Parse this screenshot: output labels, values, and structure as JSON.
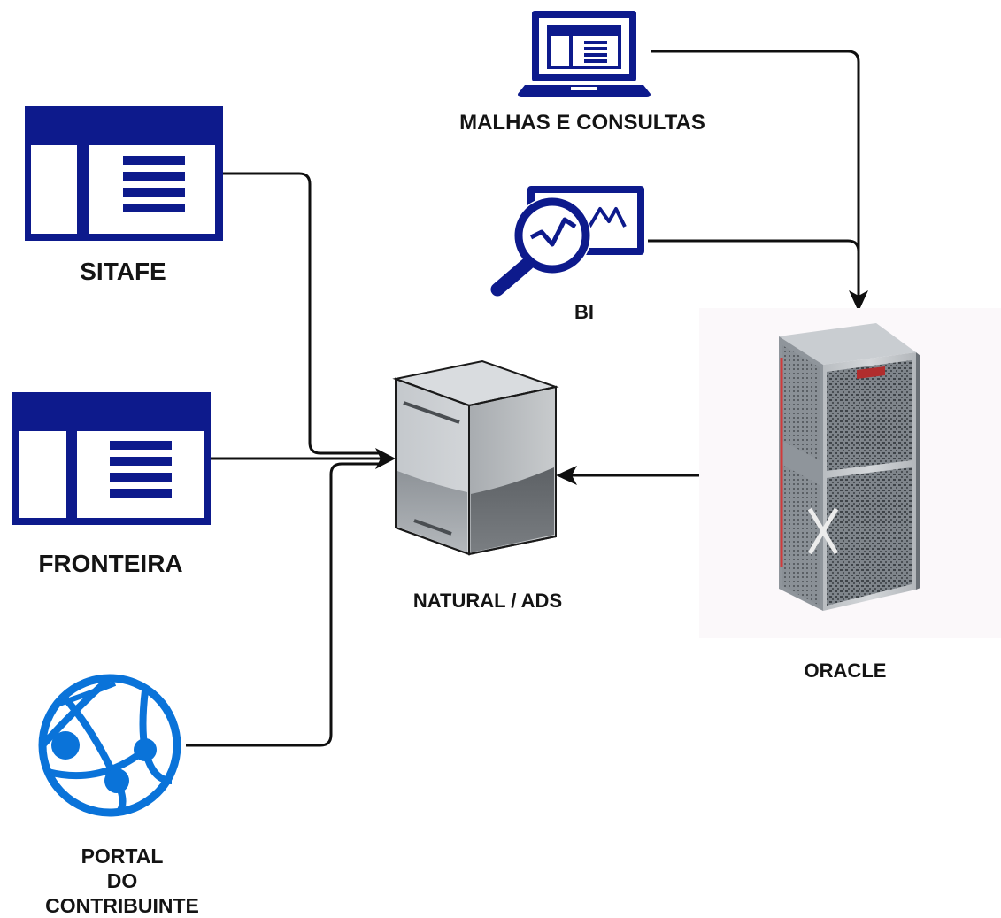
{
  "nodes": {
    "sitafe": {
      "label": "SITAFE",
      "icon": "app-window-icon"
    },
    "fronteira": {
      "label": "FRONTEIRA",
      "icon": "app-window-icon"
    },
    "portal": {
      "label_lines": [
        "PORTAL",
        "DO",
        "CONTRIBUINTE"
      ],
      "icon": "globe-network-icon"
    },
    "natural_ads": {
      "label": "NATURAL / ADS",
      "icon": "server-icon"
    },
    "malhas": {
      "label": "MALHAS E CONSULTAS",
      "icon": "laptop-app-icon"
    },
    "bi": {
      "label": "BI",
      "icon": "analytics-magnifier-icon"
    },
    "oracle": {
      "label": "ORACLE",
      "icon": "exadata-rack-icon"
    }
  },
  "edges": [
    {
      "from": "SITAFE",
      "to": "NATURAL / ADS"
    },
    {
      "from": "FRONTEIRA",
      "to": "NATURAL / ADS"
    },
    {
      "from": "PORTAL DO CONTRIBUINTE",
      "to": "NATURAL / ADS"
    },
    {
      "from": "ORACLE",
      "to": "NATURAL / ADS"
    },
    {
      "from": "MALHAS E CONSULTAS",
      "to": "ORACLE"
    },
    {
      "from": "BI",
      "to": "ORACLE"
    }
  ],
  "colors": {
    "app_icon": "#0d1a8c",
    "globe": "#0a73d9",
    "connector": "#0f0f0f",
    "label": "#141414"
  }
}
